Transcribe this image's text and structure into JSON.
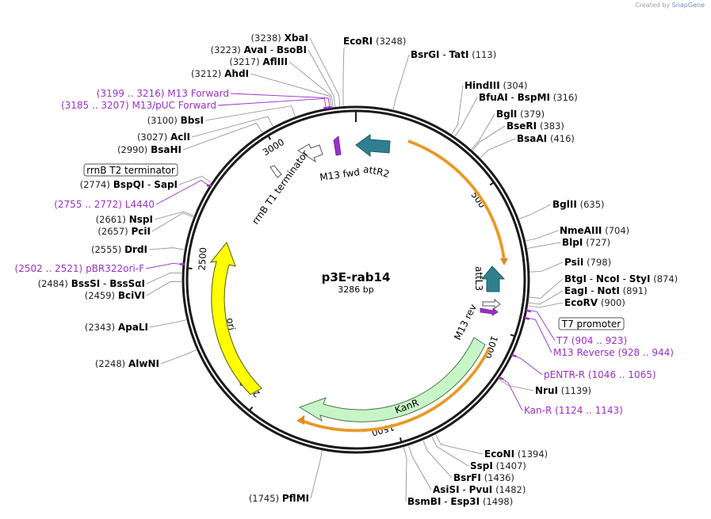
{
  "watermark": {
    "prefix": "Created by",
    "brand": "SnapGene"
  },
  "plasmid": {
    "name": "p3E-rab14",
    "size_label": "3286 bp",
    "length": 3286
  },
  "colors": {
    "orange": "#f0a43a",
    "teal": "#2f7f8f",
    "purple": "#9b30c8",
    "yellow": "#ffff00",
    "kan": "#c8f5c8"
  },
  "ticks": [
    {
      "pos": 500,
      "label": "500"
    },
    {
      "pos": 1000,
      "label": "1000"
    },
    {
      "pos": 1500,
      "label": "1500"
    },
    {
      "pos": 2000,
      "label": "2000"
    },
    {
      "pos": 2500,
      "label": "2500"
    },
    {
      "pos": 3000,
      "label": "3000"
    }
  ],
  "right_sites": [
    {
      "names": [
        "BsrGI",
        "TatI"
      ],
      "pos": "(113)",
      "bp": 113
    },
    {
      "names": [
        "HindIII"
      ],
      "pos": "(304)",
      "bp": 304
    },
    {
      "names": [
        "BfuAI",
        "BspMI"
      ],
      "pos": "(316)",
      "bp": 316
    },
    {
      "names": [
        "BglI"
      ],
      "pos": "(379)",
      "bp": 379
    },
    {
      "names": [
        "BseRI"
      ],
      "pos": "(383)",
      "bp": 383
    },
    {
      "names": [
        "BsaAI"
      ],
      "pos": "(416)",
      "bp": 416
    },
    {
      "names": [
        "BglII"
      ],
      "pos": "(635)",
      "bp": 635
    },
    {
      "names": [
        "NmeAIII"
      ],
      "pos": "(704)",
      "bp": 704
    },
    {
      "names": [
        "BlpI"
      ],
      "pos": "(727)",
      "bp": 727
    },
    {
      "names": [
        "PsiI"
      ],
      "pos": "(798)",
      "bp": 798
    },
    {
      "names": [
        "BtgI",
        "NcoI",
        "StyI"
      ],
      "pos": "(874)",
      "bp": 874
    },
    {
      "names": [
        "EagI",
        "NotI"
      ],
      "pos": "(891)",
      "bp": 891
    },
    {
      "names": [
        "EcoRV"
      ],
      "pos": "(900)",
      "bp": 900
    },
    {
      "names": [
        "NruI"
      ],
      "pos": "(1139)",
      "bp": 1139
    },
    {
      "names": [
        "EcoNI"
      ],
      "pos": "(1394)",
      "bp": 1394
    },
    {
      "names": [
        "SspI"
      ],
      "pos": "(1407)",
      "bp": 1407
    },
    {
      "names": [
        "BsrFI"
      ],
      "pos": "(1436)",
      "bp": 1436
    },
    {
      "names": [
        "AsiSI",
        "PvuI"
      ],
      "pos": "(1482)",
      "bp": 1482
    },
    {
      "names": [
        "BsmBI",
        "Esp3I"
      ],
      "pos": "(1498)",
      "bp": 1498
    }
  ],
  "left_sites": [
    {
      "names": [
        "XbaI"
      ],
      "pos": "(3238)",
      "bp": 3238
    },
    {
      "names": [
        "AvaI",
        "BsoBI"
      ],
      "pos": "(3223)",
      "bp": 3223
    },
    {
      "names": [
        "AflIII"
      ],
      "pos": "(3217)",
      "bp": 3217
    },
    {
      "names": [
        "AhdI"
      ],
      "pos": "(3212)",
      "bp": 3212
    },
    {
      "names": [
        "BbsI"
      ],
      "pos": "(3100)",
      "bp": 3100
    },
    {
      "names": [
        "AclI"
      ],
      "pos": "(3027)",
      "bp": 3027
    },
    {
      "names": [
        "BsaHI"
      ],
      "pos": "(2990)",
      "bp": 2990
    },
    {
      "names": [
        "BspQI",
        "SapI"
      ],
      "pos": "(2774)",
      "bp": 2774
    },
    {
      "names": [
        "NspI"
      ],
      "pos": "(2661)",
      "bp": 2661
    },
    {
      "names": [
        "PciI"
      ],
      "pos": "(2657)",
      "bp": 2657
    },
    {
      "names": [
        "DrdI"
      ],
      "pos": "(2555)",
      "bp": 2555
    },
    {
      "names": [
        "BssSI",
        "BssSαI"
      ],
      "pos": "(2484)",
      "bp": 2484
    },
    {
      "names": [
        "BciVI"
      ],
      "pos": "(2459)",
      "bp": 2459
    },
    {
      "names": [
        "ApaLI"
      ],
      "pos": "(2343)",
      "bp": 2343
    },
    {
      "names": [
        "AlwNI"
      ],
      "pos": "(2248)",
      "bp": 2248
    },
    {
      "names": [
        "PflMI"
      ],
      "pos": "(1745)",
      "bp": 1745
    }
  ],
  "ecori": {
    "name": "EcoRI",
    "pos": "(3248)",
    "bp": 3248
  },
  "right_primers": [
    {
      "name": "T7",
      "range": "(904 .. 923)",
      "bp": 913
    },
    {
      "name": "M13 Reverse",
      "range": "(928 .. 944)",
      "bp": 936
    },
    {
      "name": "pENTR-R",
      "range": "(1046 .. 1065)",
      "bp": 1055
    },
    {
      "name": "Kan-R",
      "range": "(1124 .. 1143)",
      "bp": 1133
    }
  ],
  "left_primers": [
    {
      "name": "M13 Forward",
      "range": "(3199 .. 3216)",
      "bp": 3207
    },
    {
      "name": "M13/pUC Forward",
      "range": "(3185 .. 3207)",
      "bp": 3196
    },
    {
      "name": "L4440",
      "range": "(2755 .. 2772)",
      "bp": 2763
    },
    {
      "name": "pBR322ori-F",
      "range": "(2502 .. 2521)",
      "bp": 2511
    }
  ],
  "boxed_labels": {
    "t7_promoter": "T7 promoter",
    "rrnb_t2": "rrnB T2 terminator"
  },
  "features": {
    "attR2": "attR2",
    "m13fwd": "M13 fwd",
    "rrnb_t1": "rrnB T1 terminator",
    "attL3": "attL3",
    "m13rev": "M13 rev",
    "kanr": "KanR",
    "ori": "ori"
  }
}
